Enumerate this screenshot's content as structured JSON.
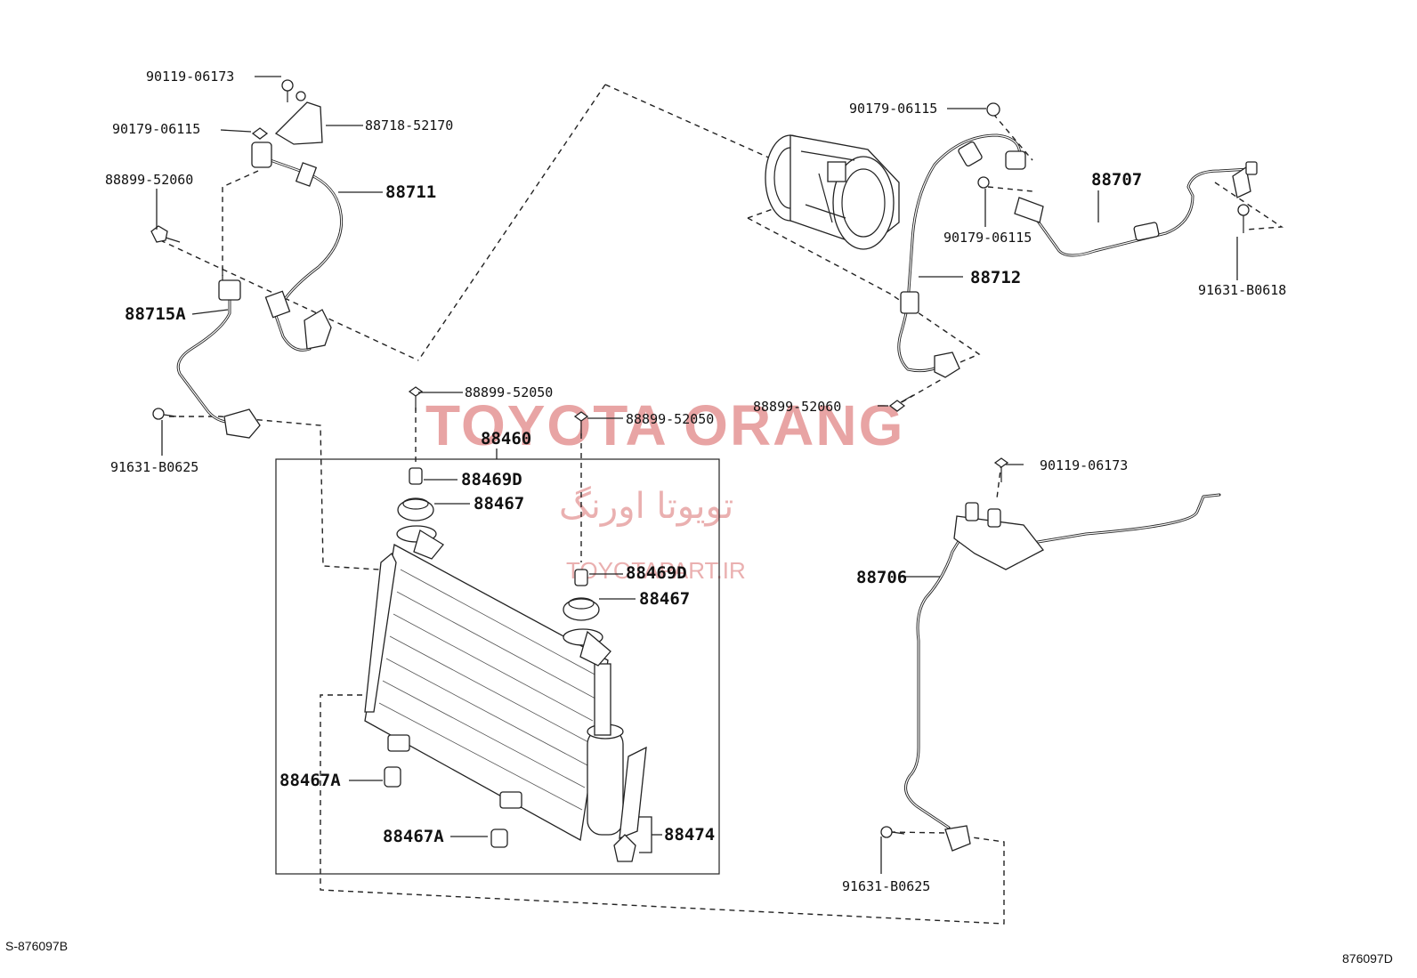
{
  "watermark": {
    "brand": "TOYOTA ORANG",
    "persian": "تویوتا اورنگ",
    "site": "TOYOTAPART.IR"
  },
  "corners": {
    "bottom_left": "S-876097B",
    "bottom_right": "876097D"
  },
  "callouts": [
    {
      "text": "90119-06173"
    },
    {
      "text": "90179-06115"
    },
    {
      "text": "88718-52170"
    },
    {
      "text": "88899-52060"
    },
    {
      "text": "88711"
    },
    {
      "text": "88715A"
    },
    {
      "text": "91631-B0625"
    },
    {
      "text": "88899-52050"
    },
    {
      "text": "88899-52050"
    },
    {
      "text": "88460"
    },
    {
      "text": "88469D"
    },
    {
      "text": "88467"
    },
    {
      "text": "88469D"
    },
    {
      "text": "88467"
    },
    {
      "text": "88467A"
    },
    {
      "text": "88467A"
    },
    {
      "text": "88474"
    },
    {
      "text": "90179-06115"
    },
    {
      "text": "88707"
    },
    {
      "text": "90179-06115"
    },
    {
      "text": "88712"
    },
    {
      "text": "91631-B0618"
    },
    {
      "text": "88899-52060"
    },
    {
      "text": "90119-06173"
    },
    {
      "text": "88706"
    },
    {
      "text": "91631-B0625"
    }
  ]
}
